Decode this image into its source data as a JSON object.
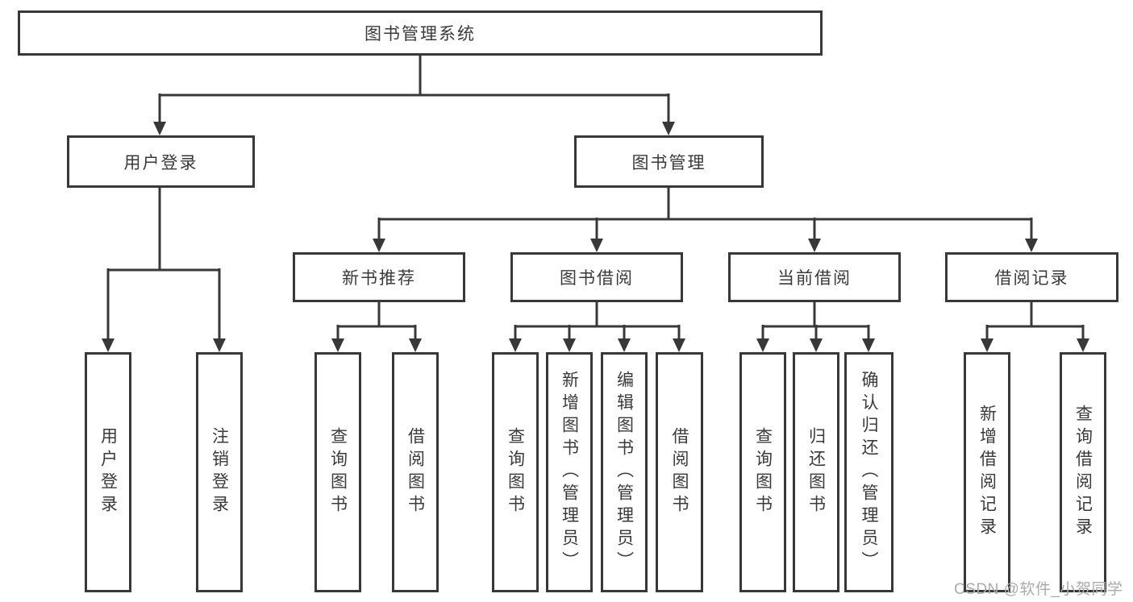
{
  "diagram": {
    "root": "图书管理系统",
    "level2": [
      {
        "label": "用户登录"
      },
      {
        "label": "图书管理"
      }
    ],
    "level3": [
      {
        "label": "新书推荐"
      },
      {
        "label": "图书借阅"
      },
      {
        "label": "当前借阅"
      },
      {
        "label": "借阅记录"
      }
    ],
    "leaves": {
      "user_login": [
        "用户登录",
        "注销登录"
      ],
      "new_book": [
        "查询图书",
        "借阅图书"
      ],
      "book_borrow": [
        "查询图书",
        "新增图书（管理员）",
        "编辑图书（管理员）",
        "借阅图书"
      ],
      "current_borrow": [
        "查询图书",
        "归还图书",
        "确认归还（管理员）"
      ],
      "borrow_records": [
        "新增借阅记录",
        "查询借阅记录"
      ]
    }
  },
  "watermark": "CSDN @软件_小贺同学",
  "colors": {
    "line": "#383838",
    "text": "#3a3a3a",
    "watermark": "#ababab"
  }
}
